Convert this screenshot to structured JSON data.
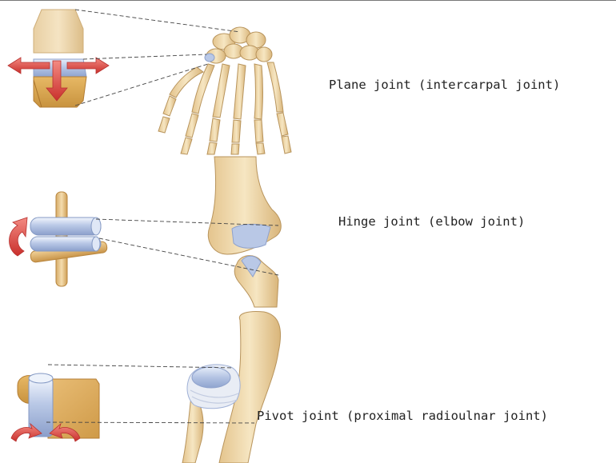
{
  "labels": {
    "plane": "Plane joint (intercarpal joint)",
    "hinge": "Hinge joint (elbow joint)",
    "pivot": "Pivot joint (proximal radioulnar joint)"
  },
  "colors": {
    "bone": "#f1dcae",
    "bone_shadow": "#d8b77e",
    "bone_outline": "#b8945c",
    "cartilage": "#b9c8e6",
    "arrow": "#e0524f",
    "model_tan": "#ddb069",
    "leader_line": "#444444"
  }
}
